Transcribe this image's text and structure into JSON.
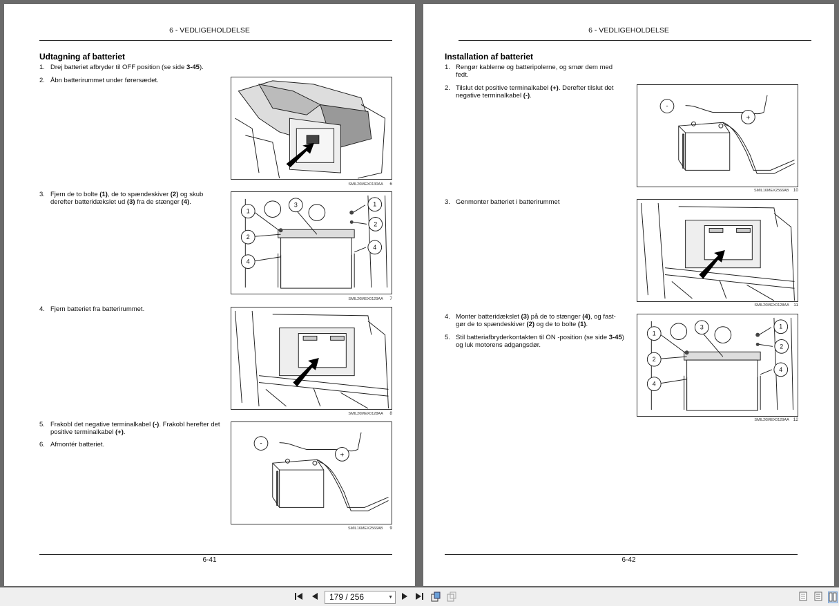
{
  "left_page": {
    "header": "6 - VEDLIGEHOLDELSE",
    "title": "Udtagning af batteriet",
    "steps": [
      {
        "num": "1.",
        "html": "Drej batteriet afbryder til OFF position (se side <b>3-45</b>)."
      },
      {
        "num": "2.",
        "html": "Åbn batterirummet under førersædet."
      },
      {
        "num": "3.",
        "html": "Fjern de to bolte <b>(1)</b>, de to spændeskiver <b>(2)</b> og skub derefter batteridækslet ud <b>(3)</b> fra de stænger <b>(4)</b>."
      },
      {
        "num": "4.",
        "html": "Fjern batteriet fra batterirummet."
      },
      {
        "num": "5.",
        "html": "Frakobl det negative terminalkabel <b>(-)</b>. Frakobl herefter det positive terminalkabel <b>(+)</b>."
      },
      {
        "num": "6.",
        "html": "Afmontér batteriet."
      }
    ],
    "figures": [
      {
        "code": "SMIL20MEX0130AA",
        "num": "6"
      },
      {
        "code": "SMIL20MEX0129AA",
        "num": "7"
      },
      {
        "code": "SMIL20MEX0128AA",
        "num": "8"
      },
      {
        "code": "SMIL16MEX2566AB",
        "num": "9"
      }
    ],
    "page_number": "6-41"
  },
  "right_page": {
    "header": "6 - VEDLIGEHOLDELSE",
    "title": "Installation af batteriet",
    "steps": [
      {
        "num": "1.",
        "html": "Rengør kablerne og batteripolerne, og smør dem med fedt."
      },
      {
        "num": "2.",
        "html": "Tilslut det positive terminalkabel <b>(+)</b>. Derefter tilslut det negative terminalkabel <b>(-)</b>."
      },
      {
        "num": "3.",
        "html": "Genmonter batteriet i batterirummet"
      },
      {
        "num": "4.",
        "html": "Monter batteridækslet <b>(3)</b> på de to stænger <b>(4)</b>, og fast- gør de to spændeskiver <b>(2)</b> og de to bolte <b>(1)</b>."
      },
      {
        "num": "5.",
        "html": "Stil batteriafbryderkontakten til ON -position (se side <b>3-45</b>) og luk motorens adgangsdør."
      }
    ],
    "figures": [
      {
        "code": "SMIL16MEX2566AB",
        "num": "10"
      },
      {
        "code": "SMIL20MEX0128AA",
        "num": "11"
      },
      {
        "code": "SMIL20MEX0129AA",
        "num": "12"
      }
    ],
    "page_number": "6-42"
  },
  "diagram_labels": {
    "one": "1",
    "two": "2",
    "three": "3",
    "four": "4",
    "minus": "-",
    "plus": "+"
  },
  "toolbar": {
    "page_indicator": "179 / 256",
    "first_icon": "first-page-icon",
    "prev_icon": "previous-page-icon",
    "next_icon": "next-page-icon",
    "last_icon": "last-page-icon"
  }
}
